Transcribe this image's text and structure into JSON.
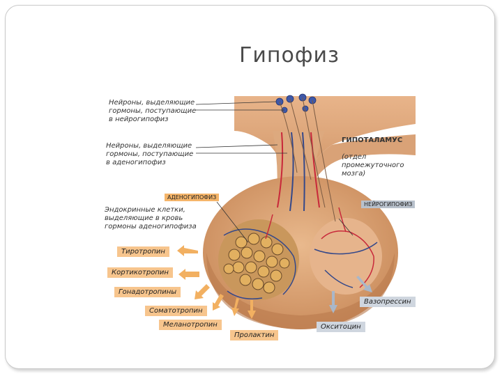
{
  "slide": {
    "title": "Гипофиз"
  },
  "labels": {
    "neurons_neuro": "Нейроны, выделяющие\nгормоны, поступающие\nв нейрогипофиз",
    "neurons_adeno": "Нейроны, выделяющие\nгормоны, поступающие\nв аденогипофиз",
    "hypothalamus_title": "ГИПОТАЛАМУС",
    "hypothalamus_sub": "(отдел\nпромежуточного\nмозга)",
    "adeno_tag": "АДЕНОГИПОФИЗ",
    "neuro_tag": "НЕЙРОГИПОФИЗ",
    "endocrine": "Эндокринные клетки,\nвыделяющие в кровь\nгормоны аденогипофиза"
  },
  "hormones": {
    "tyrotropin": "Тиротропин",
    "corticotropin": "Кортикотропин",
    "gonadotropins": "Гонадотропины",
    "somatotropin": "Соматотропин",
    "melanotropin": "Меланотропин",
    "prolactin": "Пролактин",
    "vasopressin": "Вазопрессин",
    "oxytocin": "Окситоцин"
  },
  "colors": {
    "tissue": "#dca57a",
    "tissue_dark": "#c98a5a",
    "adeno_tag": "#f5b56a",
    "neuro_tag": "#b8c1cc",
    "arrow_orange": "#f2b061",
    "arrow_blue": "#a9b7c9",
    "vessel_red": "#c8283a",
    "vessel_blue": "#34488a"
  }
}
